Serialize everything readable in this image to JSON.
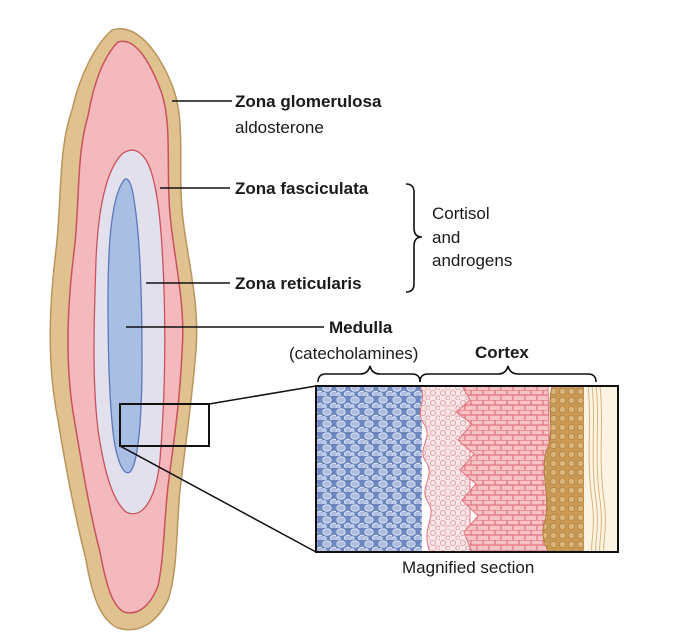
{
  "labels": {
    "glomerulosa": "Zona glomerulosa",
    "glomerulosa_hormone": "aldosterone",
    "fasciculata": "Zona fasciculata",
    "reticularis": "Zona reticularis",
    "cortex_hormone_1": "Cortisol",
    "cortex_hormone_2": "and",
    "cortex_hormone_3": "androgens",
    "medulla": "Medulla",
    "medulla_hormone": "(catecholamines)",
    "cortex": "Cortex",
    "magnified": "Magnified section"
  },
  "colors": {
    "capsule": "#dfc28f",
    "glomerulosa": "#f4b9bd",
    "fasciculata": "#f5a6ad",
    "reticularis": "#e3e0ee",
    "medulla": "#a9bee3",
    "outline_red": "#c8535e",
    "outline_blue": "#5b79b8",
    "cell_wall": "#e98f98",
    "cell_fill": "#f7c6c9"
  }
}
